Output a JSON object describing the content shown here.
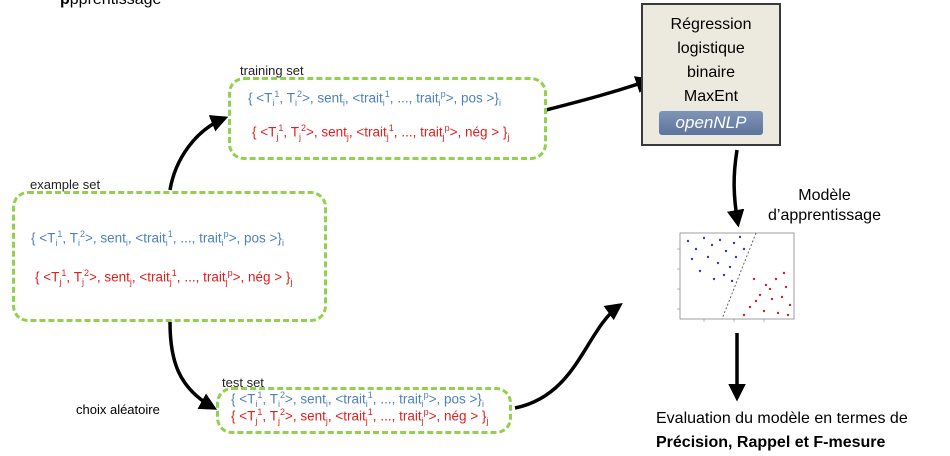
{
  "top_caption": {
    "bold": "p",
    "rest": "pprentissage"
  },
  "training_set": {
    "label": "training set",
    "pos": {
      "T": "T",
      "sub": "i",
      "s1": "1",
      "s2": "2",
      "sent": "sent",
      "trait": "trait",
      "p": "p",
      "ellipsis": "...",
      "cls": "pos"
    },
    "neg": {
      "T": "T",
      "sub": "j",
      "s1": "1",
      "s2": "2",
      "sent": "sent",
      "trait": "trait",
      "p": "p",
      "ellipsis": "...",
      "cls": "nég"
    }
  },
  "example_set": {
    "label": "example set",
    "pos": {
      "T": "T",
      "sub": "i",
      "s1": "1",
      "s2": "2",
      "sent": "sent",
      "trait": "trait",
      "p": "p",
      "ellipsis": "...",
      "cls": "pos"
    },
    "neg": {
      "T": "T",
      "sub": "j",
      "s1": "1",
      "s2": "2",
      "sent": "sent",
      "trait": "trait",
      "p": "p",
      "ellipsis": "...",
      "cls": "nég"
    }
  },
  "test_set": {
    "label": "test set",
    "pos": {
      "T": "T",
      "sub": "i",
      "s1": "1",
      "s2": "2",
      "sent": "sent",
      "trait": "trait",
      "p": "p",
      "ellipsis": "...",
      "cls": "pos"
    },
    "neg": {
      "T": "T",
      "sub": "j",
      "s1": "1",
      "s2": "2",
      "sent": "sent",
      "trait": "trait",
      "p": "p",
      "ellipsis": "...",
      "cls": "nég"
    }
  },
  "choice_label": "choix aléatoire",
  "maxent_box": {
    "lines": [
      "Régression",
      "logistique",
      "binaire",
      "MaxEnt"
    ],
    "logo": "openNLP"
  },
  "model_label": {
    "line1": "Modèle",
    "line2": "d’apprentissage"
  },
  "evaluation": {
    "line1": "Evaluation du modèle en termes de",
    "line2": "Précision, Rappel et F-mesure"
  },
  "colors": {
    "positive": "#4f81bd",
    "negative": "#e0201e",
    "dashed_border": "#92d050",
    "box_fill": "#ece9de"
  }
}
